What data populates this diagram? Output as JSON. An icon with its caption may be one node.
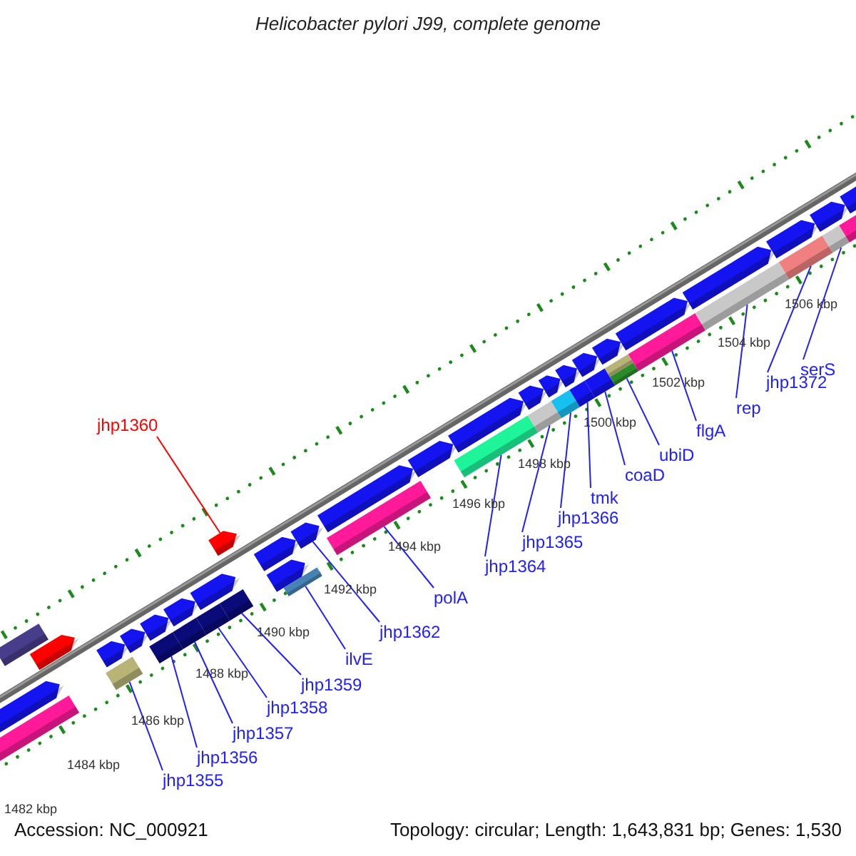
{
  "diagram": {
    "title": "Helicobacter pylori J99, complete genome",
    "nodes": [
      {
        "text": [
          "jhp1360"
        ]
      },
      {
        "text": [
          "jhp1355"
        ]
      },
      {
        "text": [
          "jhp1356"
        ]
      },
      {
        "text": [
          "jhp1357"
        ]
      },
      {
        "text": [
          "jhp1358"
        ]
      },
      {
        "text": [
          "jhp1359"
        ]
      },
      {
        "text": [
          "ilvE"
        ]
      },
      {
        "text": [
          "jhp1362"
        ]
      },
      {
        "text": [
          "polA"
        ]
      },
      {
        "text": [
          "jhp1364"
        ]
      },
      {
        "text": [
          "jhp1365"
        ]
      },
      {
        "text": [
          "jhp1366"
        ]
      },
      {
        "text": [
          "tmk"
        ]
      },
      {
        "text": [
          "coaD"
        ]
      },
      {
        "text": [
          "ubiD"
        ]
      },
      {
        "text": [
          "flgA"
        ]
      },
      {
        "text": [
          "rep"
        ]
      },
      {
        "text": [
          "jhp1372"
        ]
      },
      {
        "text": [
          "serS"
        ]
      },
      {
        "text": [],
        "shape": "bar"
      },
      {
        "text": [],
        "shape": "bar"
      },
      {
        "text": [],
        "shape": "bar"
      },
      {
        "text": [],
        "shape": "bar"
      },
      {
        "text": [],
        "shape": "bar"
      },
      {
        "text": [],
        "shape": "bar"
      },
      {
        "text": [],
        "shape": "bar"
      },
      {
        "text": [],
        "shape": "bar"
      },
      {
        "text": [],
        "shape": "bar"
      },
      {
        "text": [],
        "shape": "bar"
      },
      {
        "text": [],
        "shape": "bar"
      },
      {
        "text": [],
        "shape": "bar"
      },
      {
        "text": [],
        "shape": "bar"
      },
      {
        "text": [],
        "shape": "bar"
      },
      {
        "text": [],
        "shape": "bar"
      },
      {
        "text": [],
        "shape": "bar"
      },
      {
        "text": [],
        "shape": "bar"
      },
      {
        "text": [],
        "shape": "bar"
      },
      {
        "text": [],
        "shape": "bar"
      },
      {
        "text": [],
        "shape": "bar"
      },
      {
        "text": [],
        "shape": "bar"
      },
      {
        "text": [],
        "shape": "bar"
      },
      {
        "text": [],
        "shape": "bar"
      },
      {
        "text": [],
        "shape": "bar"
      },
      {
        "text": [],
        "shape": "bar"
      },
      {
        "text": [],
        "shape": "bar"
      },
      {
        "text": [],
        "shape": "bar"
      },
      {
        "text": [],
        "shape": "bar"
      },
      {
        "text": [],
        "shape": "bar"
      },
      {
        "text": [],
        "shape": "bar"
      },
      {
        "text": [],
        "shape": "bar"
      },
      {
        "text": [],
        "shape": "bar"
      },
      {
        "text": [],
        "shape": "bar"
      },
      {
        "text": [],
        "shape": "bar"
      },
      {
        "text": [],
        "shape": "bar"
      },
      {
        "text": [],
        "shape": "bar"
      },
      {
        "text": [],
        "shape": "bar"
      },
      {
        "text": [],
        "shape": "bar"
      },
      {
        "text": [],
        "shape": "bar"
      },
      {
        "text": [],
        "shape": "bar"
      },
      {
        "text": [],
        "shape": "bar"
      },
      {
        "text": [],
        "shape": "bar"
      },
      {
        "text": [],
        "shape": "bar"
      },
      {
        "text": [],
        "shape": "bar"
      },
      {
        "text": [],
        "shape": "bar"
      }
    ],
    "edges": [
      {
        "from": 0,
        "to": 61,
        "arrow": "none",
        "color": "#ff0000"
      },
      {
        "from": 1,
        "to": 41,
        "arrow": "none"
      },
      {
        "from": 2,
        "to": 42,
        "arrow": "none"
      },
      {
        "from": 3,
        "to": 43,
        "arrow": "none"
      },
      {
        "from": 4,
        "to": 44,
        "arrow": "none"
      },
      {
        "from": 5,
        "to": 45,
        "arrow": "none"
      },
      {
        "from": 6,
        "to": 47,
        "arrow": "none"
      },
      {
        "from": 7,
        "to": 26,
        "arrow": "none"
      },
      {
        "from": 8,
        "to": 48,
        "arrow": "none"
      },
      {
        "from": 9,
        "to": 49,
        "arrow": "none"
      },
      {
        "from": 10,
        "to": 50,
        "arrow": "none"
      },
      {
        "from": 11,
        "to": 51,
        "arrow": "none"
      },
      {
        "from": 12,
        "to": 52,
        "arrow": "none"
      },
      {
        "from": 13,
        "to": 53,
        "arrow": "none"
      },
      {
        "from": 14,
        "to": 55,
        "arrow": "none"
      },
      {
        "from": 15,
        "to": 56,
        "arrow": "none"
      },
      {
        "from": 16,
        "to": 57,
        "arrow": "none"
      },
      {
        "from": 17,
        "to": 58,
        "arrow": "none"
      },
      {
        "from": 18,
        "to": 59,
        "arrow": "none"
      }
    ],
    "labels": [
      "1506 kbp",
      "1504 kbp",
      "1502 kbp",
      "1500 kbp",
      "1498 kbp",
      "1496 kbp",
      "1494 kbp",
      "1492 kbp",
      "1490 kbp",
      "1488 kbp",
      "1486 kbp",
      "1484 kbp",
      "1482 kbp",
      "Accession: NC_000921",
      "Topology: circular; Length: 1,643,831 bp; Genes: 1,530"
    ]
  }
}
